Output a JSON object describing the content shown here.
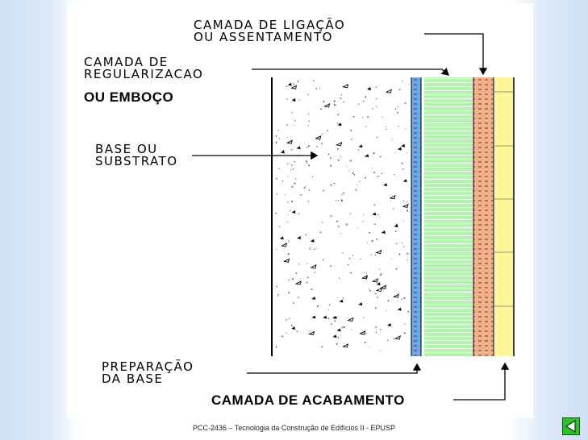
{
  "diagram": {
    "labels": {
      "ligacao": [
        "CAMADA DE LIGAÇÃO",
        "OU ASSENTAMENTO"
      ],
      "regularizacao": [
        "CAMADA DE",
        "REGULARIZACAO"
      ],
      "emboco": "OU EMBOÇO",
      "base": [
        "BASE OU",
        "SUBSTRATO"
      ],
      "preparacao": [
        "PREPARAÇÃO",
        "DA BASE"
      ],
      "acabamento": "CAMADA DE ACABAMENTO"
    },
    "layer_colors": {
      "preparacao": "#6ea8e8",
      "regularizacao": "#b5f2b0",
      "ligacao": "#f5b08a",
      "acabamento": "#fff69a"
    }
  },
  "footer": {
    "text": "PCC-2436 – Tecnologia da Construção de Edifícios II - EPUSP"
  },
  "nav": {
    "prev_icon": "triangle-left-icon"
  }
}
